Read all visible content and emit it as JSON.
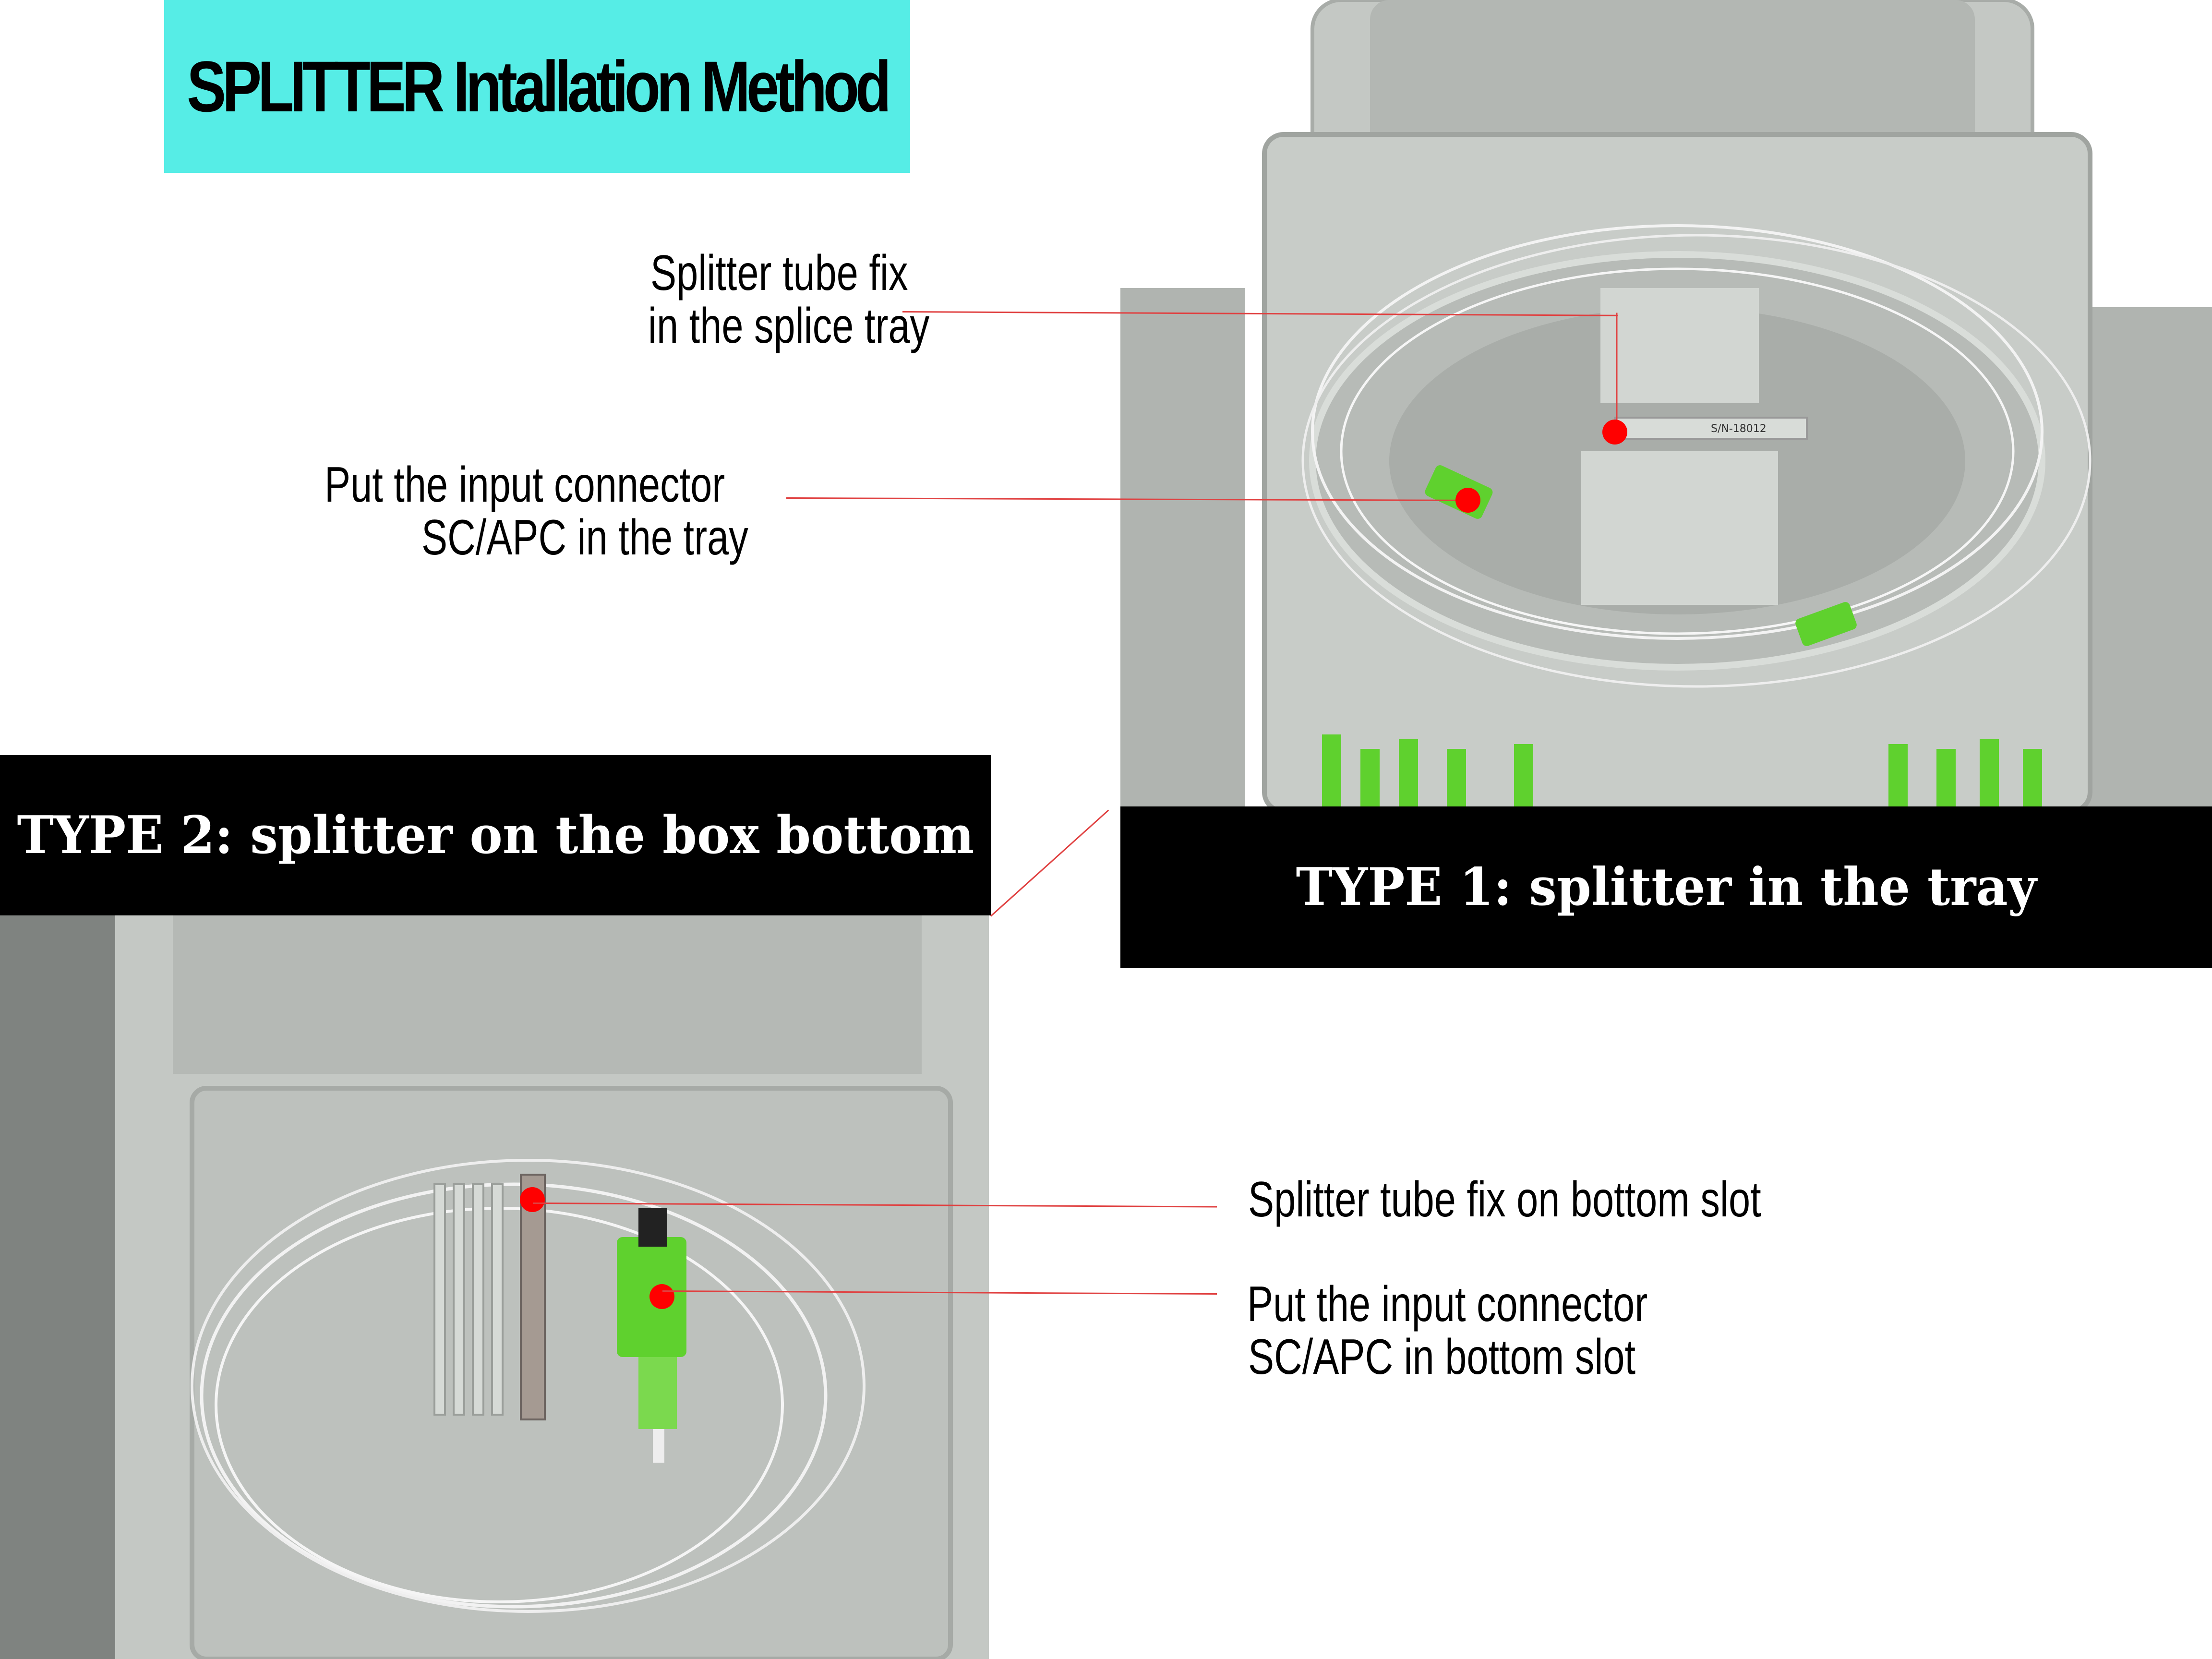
{
  "title": "SPLITTER Intallation Method",
  "type1": {
    "heading": "TYPE 1: splitter in the tray",
    "label_tube": [
      "Splitter tube fix",
      "in the splice tray"
    ],
    "label_connector": [
      "Put the input connector",
      "SC/APC in the tray"
    ],
    "photo_text": [
      "S/N-18012"
    ]
  },
  "type2": {
    "heading": "TYPE 2: splitter on the box bottom",
    "label_tube": "Splitter tube fix on bottom slot",
    "label_connector": [
      "Put the input connector",
      "SC/APC in bottom slot"
    ]
  },
  "colors": {
    "banner": "#56ede6",
    "marker": "#ff0000",
    "leader_line": "#e04040",
    "connector_green": "#5fd12e",
    "box_gray": "#b9bdb9"
  }
}
